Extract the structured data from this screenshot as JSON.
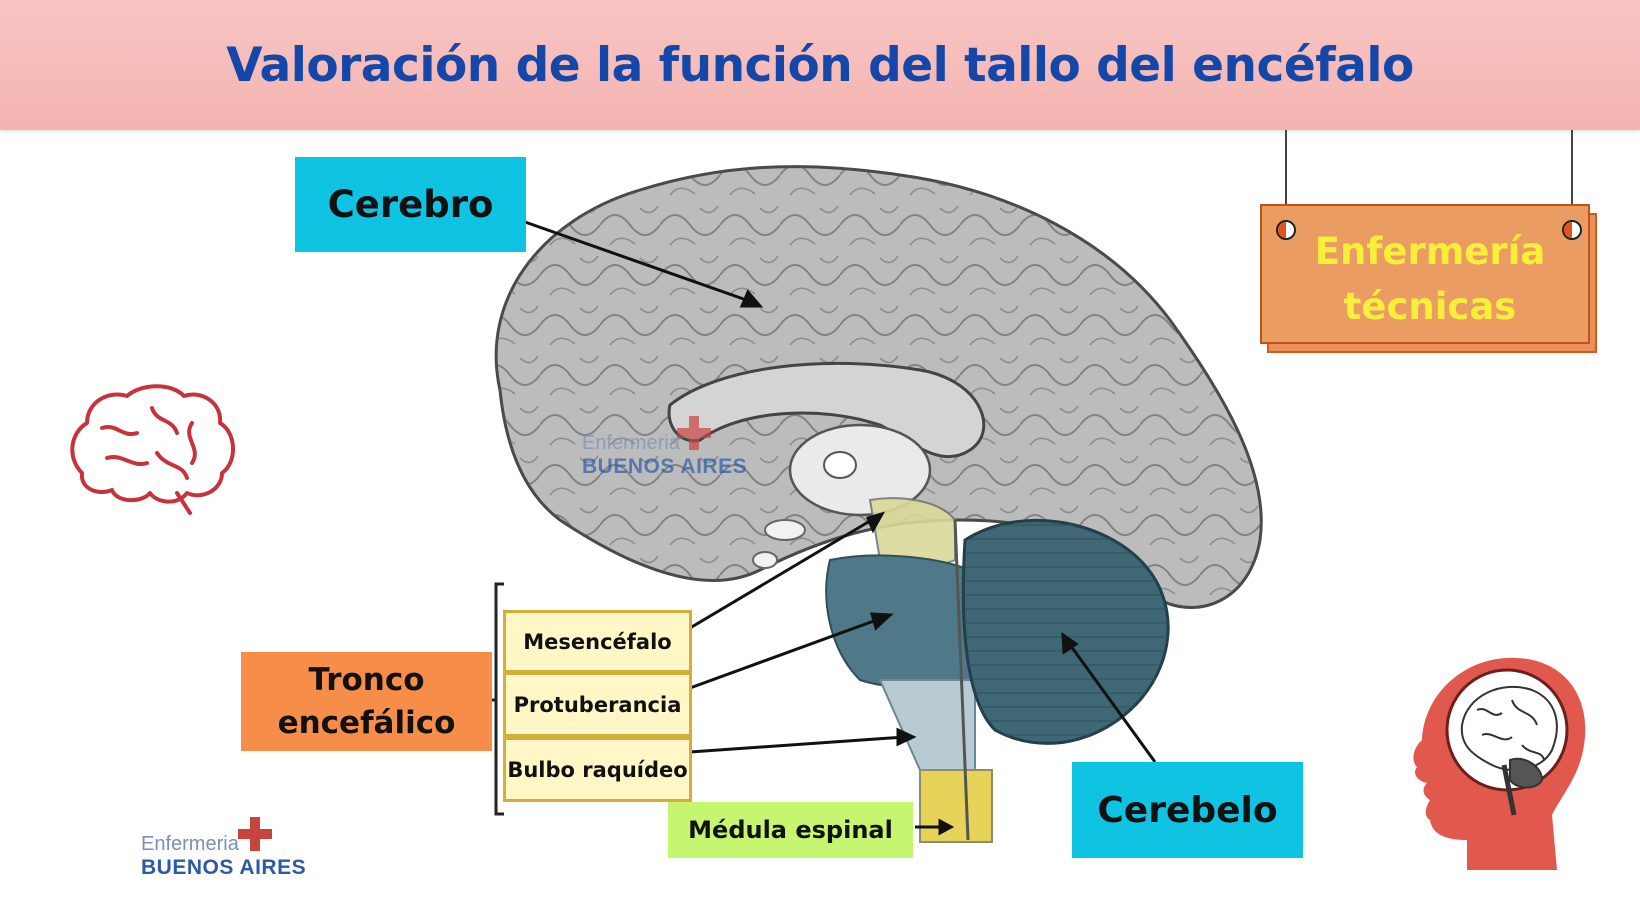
{
  "title": "Valoración de la función del tallo del encéfalo",
  "labels": {
    "cerebro": "Cerebro",
    "cerebelo": "Cerebelo",
    "tronco": "Tronco encefálico",
    "mesencefalo": "Mesencéfalo",
    "protuberancia": "Protuberancia",
    "bulbo": "Bulbo raquídeo",
    "medula": "Médula espinal"
  },
  "sign": {
    "line1": "Enfermería",
    "line2": "técnicas"
  },
  "logo": {
    "line1": "Enfermeria",
    "line2": "BUENOS AIRES"
  },
  "watermark": {
    "line1": "Enfermeria",
    "line2": "BUENOS AIRES"
  },
  "colors": {
    "title": "#1447a8",
    "header_bg": "#f6bcb9",
    "cyan_label": "#0fc3e3",
    "orange_label": "#f68d49",
    "green_label": "#c6f56f",
    "yellow_label": "#fff8c6",
    "sign_text": "#f8ef3a",
    "icon_red": "#c8323c"
  }
}
